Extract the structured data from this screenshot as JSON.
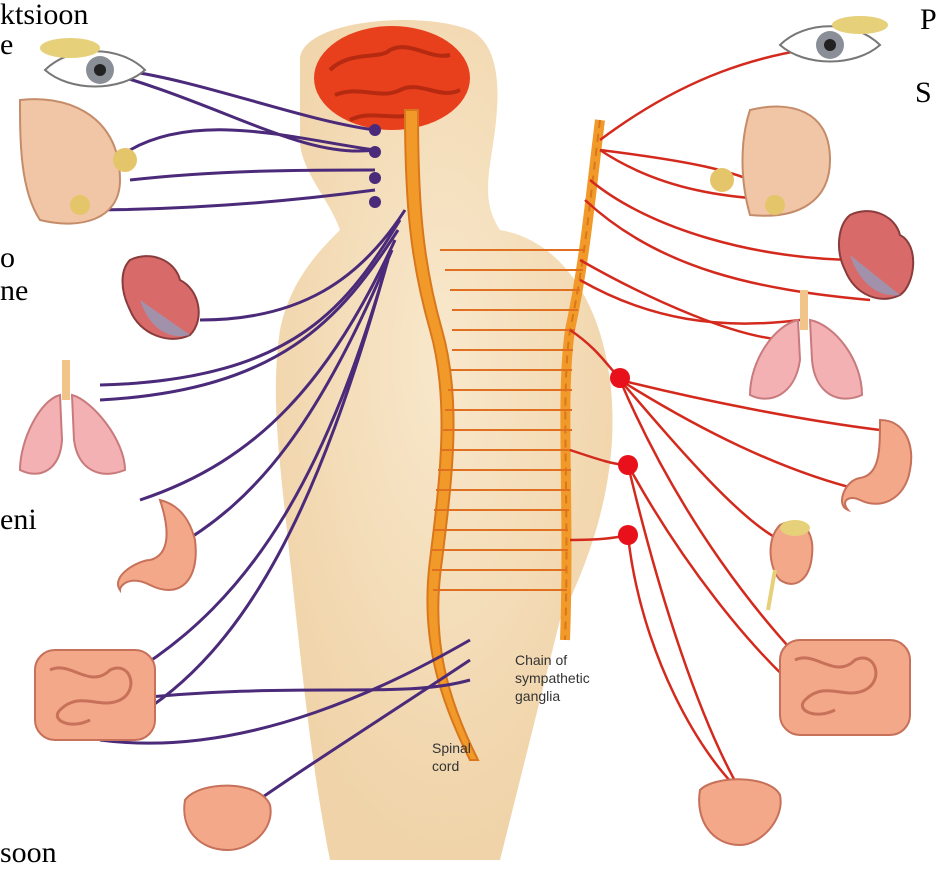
{
  "slide_text_left": [
    "ktsioon",
    "e",
    "o",
    "ne",
    "eni",
    "soon"
  ],
  "slide_text_right": [
    "P",
    "S"
  ],
  "labels": {
    "chain_line1": "Chain of",
    "chain_line2": "sympathetic",
    "chain_line3": "ganglia",
    "spinal_line1": "Spinal",
    "spinal_line2": "cord"
  },
  "colors": {
    "parasympathetic": "#4b2a7a",
    "sympathetic": "#d42a1e",
    "spinal_cord": "#f19a2a",
    "body": "#f6e2c0",
    "brain": "#e8401c"
  },
  "organs_left": [
    "eye-icon",
    "face-glands-icon",
    "heart-icon",
    "lungs-icon",
    "stomach-icon",
    "intestines-icon",
    "bladder-icon"
  ],
  "organs_right": [
    "eye-icon",
    "face-glands-icon",
    "heart-icon",
    "lungs-icon",
    "stomach-icon",
    "kidney-icon",
    "intestines-icon",
    "bladder-icon"
  ]
}
